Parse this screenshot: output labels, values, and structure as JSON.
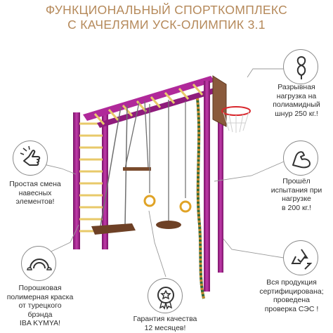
{
  "title": {
    "line1": "ФУНКЦИОНАЛЬНЫЙ СПОРТКОМПЛЕКС",
    "line2": "С КАЧЕЛЯМИ УСК-ОЛИМПИК 3.1"
  },
  "features": {
    "load_rope": {
      "line1": "Разрывная",
      "line2": "нагрузка на",
      "line3": "полиамидный",
      "line4": "шнур 250 кг.!",
      "icon": "rope-knot-icon"
    },
    "tested": {
      "line1": "Прошёл",
      "line2": "испытания при",
      "line3": "нагрузке",
      "line4": "в 200 кг.!",
      "icon": "muscle-arm-icon"
    },
    "certified": {
      "line1": "Вся продукция",
      "line2": "сертифицирована;",
      "line3": "проведена",
      "line4": "проверка СЭС !",
      "icon": "recycle-check-icon"
    },
    "warranty": {
      "line1": "Гарантия качества",
      "line2": "12 месяцев!",
      "icon": "quality-badge-icon"
    },
    "paint": {
      "line1": "Порошковая",
      "line2": "полимерная краска",
      "line3": "от турецкого",
      "line4": "брэнда",
      "line5": "IBA KYMYA!",
      "icon": "rainbow-icon"
    },
    "easy_swap": {
      "line1": "Простая смена",
      "line2": "навесных",
      "line3": "элементов!",
      "icon": "hand-ok-icon"
    }
  },
  "colors": {
    "title": "#b5895a",
    "frame_purple": "#a6228f",
    "rungs": "#e8c96a",
    "wood": "#7a4b2d",
    "rings": "#e0a326"
  }
}
